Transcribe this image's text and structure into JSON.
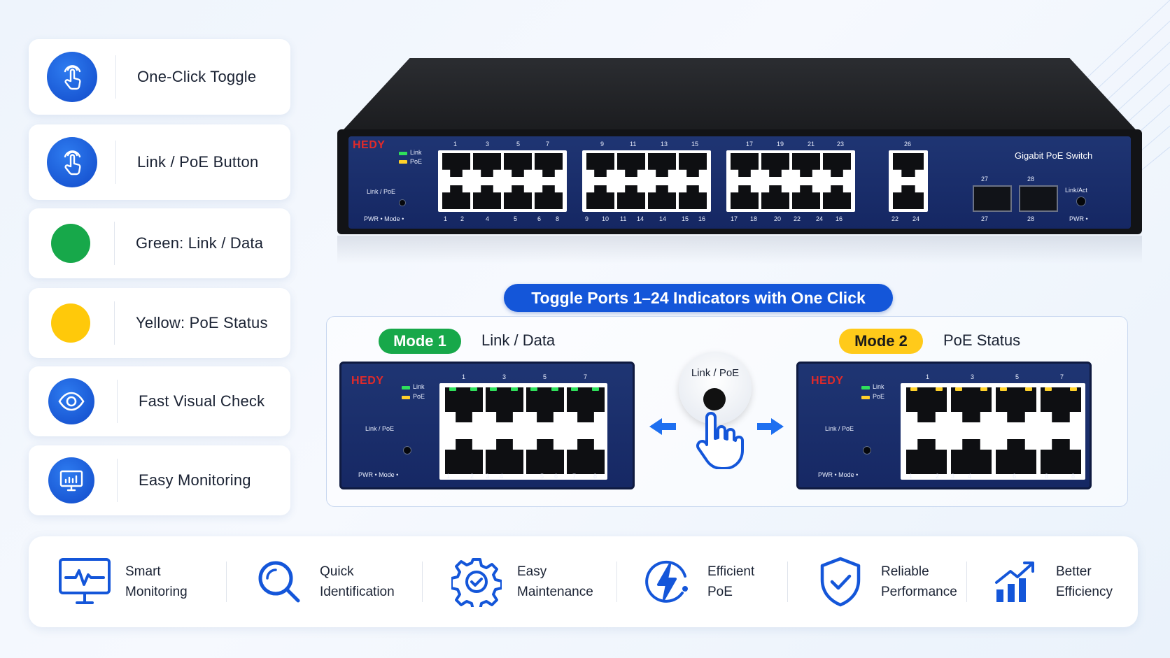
{
  "features": [
    {
      "label": "One-Click Toggle",
      "icon": "tap-hand-icon",
      "color": "#1456d9"
    },
    {
      "label": "Link / PoE Button",
      "icon": "tap-hand-icon",
      "color": "#1456d9"
    },
    {
      "label": "Green: Link / Data",
      "icon": "green-dot-icon",
      "color": "#17a84a"
    },
    {
      "label": "Yellow: PoE Status",
      "icon": "yellow-dot-icon",
      "color": "#ffc90a"
    },
    {
      "label": "Fast Visual Check",
      "icon": "eye-icon",
      "color": "#1456d9"
    },
    {
      "label": "Easy Monitoring",
      "icon": "monitor-chart-icon",
      "color": "#1456d9"
    }
  ],
  "switch": {
    "brand": "HEDY",
    "model": "Gigabit PoE Switch",
    "led_link": "Link",
    "led_poe": "PoE",
    "button_label": "Link / PoE",
    "pwr_mode": "PWR • Mode •",
    "top_numbers_a": [
      "1",
      "3",
      "5",
      "7"
    ],
    "top_numbers_b": [
      "9",
      "11",
      "13",
      "15"
    ],
    "top_numbers_c": [
      "17",
      "19",
      "21",
      "23"
    ],
    "top_number_d": "26",
    "bottom_numbers_a": [
      "1",
      "2",
      "4",
      "5",
      "6",
      "8"
    ],
    "bottom_numbers_b": [
      "9",
      "10",
      "11",
      "14",
      "14",
      "15",
      "16"
    ],
    "bottom_numbers_c": [
      "17",
      "18",
      "20",
      "22",
      "24",
      "16"
    ],
    "bottom_numbers_d": [
      "22",
      "24"
    ],
    "sfp_top": [
      "27",
      "28"
    ],
    "sfp_bottom": [
      "27",
      "28"
    ],
    "link_act": "Link/Act",
    "pwr": "PWR •"
  },
  "headline": "Toggle Ports 1–24 Indicators with One Click",
  "mode1": {
    "pill": "Mode 1",
    "desc": "Link / Data",
    "led_color": "#2fe05b",
    "top_numbers": [
      "1",
      "3",
      "5",
      "7"
    ],
    "bottom_numbers": [
      "1",
      "2",
      "3",
      "4",
      "5",
      "6",
      "7",
      "8"
    ]
  },
  "mode2": {
    "pill": "Mode 2",
    "desc": "PoE Status",
    "led_color": "#ffd12a",
    "top_numbers": [
      "1",
      "3",
      "5",
      "7"
    ],
    "bottom_numbers": [
      "1",
      "2",
      "3",
      "4",
      "6",
      "8",
      "8"
    ]
  },
  "toggle_button": {
    "label": "Link / PoE"
  },
  "bottom": [
    {
      "line1": "Smart",
      "line2": "Monitoring",
      "icon": "monitor-pulse-icon"
    },
    {
      "line1": "Quick",
      "line2": "Identification",
      "icon": "magnifier-icon"
    },
    {
      "line1": "Easy",
      "line2": "Maintenance",
      "icon": "gear-check-icon"
    },
    {
      "line1": "Efficient",
      "line2": "PoE",
      "icon": "lightning-icon"
    },
    {
      "line1": "Reliable",
      "line2": "Performance",
      "icon": "shield-check-icon"
    },
    {
      "line1": "Better",
      "line2": "Efficiency",
      "icon": "bar-growth-icon"
    }
  ]
}
